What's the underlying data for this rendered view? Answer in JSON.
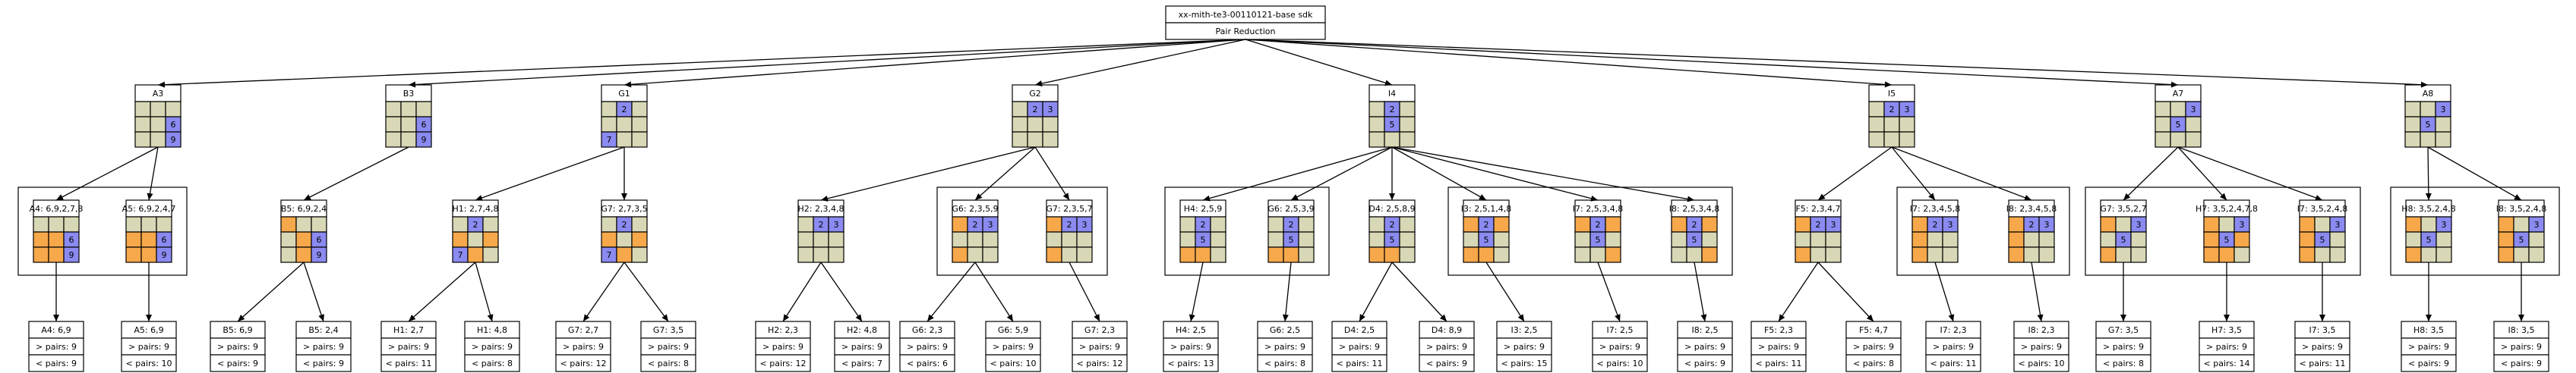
{
  "root": {
    "title": "xx-mith-te3-00110121-base sdk",
    "subtitle": "Pair Reduction"
  },
  "colors": {
    "empty": "#d8d8b6",
    "blue": "#8a8af0",
    "orange": "#f7a84a",
    "line": "#000000",
    "bg": "#ffffff"
  },
  "level1": [
    {
      "label": "A3",
      "cells": "EEEEEBEEB",
      "nums": [
        "",
        "",
        "",
        "",
        "",
        "6",
        "",
        "",
        "9"
      ]
    },
    {
      "label": "B3",
      "cells": "EEEEEBEEB",
      "nums": [
        "",
        "",
        "",
        "",
        "",
        "6",
        "",
        "",
        "9"
      ]
    },
    {
      "label": "G1",
      "cells": "EBEEEEBEE",
      "nums": [
        "",
        "2",
        "",
        "",
        "",
        "",
        "7",
        "",
        ""
      ]
    },
    {
      "label": "G2",
      "cells": "EBBEEEEEE",
      "nums": [
        "",
        "2",
        "3",
        "",
        "",
        "",
        "",
        "",
        ""
      ]
    },
    {
      "label": "I4",
      "cells": "EBEEBEEEE",
      "nums": [
        "",
        "2",
        "",
        "",
        "5",
        "",
        "",
        "",
        ""
      ]
    },
    {
      "label": "I5",
      "cells": "EBBEEEEEE",
      "nums": [
        "",
        "2",
        "3",
        "",
        "",
        "",
        "",
        "",
        ""
      ]
    },
    {
      "label": "A7",
      "cells": "EEBEBEEEE",
      "nums": [
        "",
        "",
        "3",
        "",
        "5",
        "",
        "",
        "",
        ""
      ]
    },
    {
      "label": "A8",
      "cells": "EEBEBEEEE",
      "nums": [
        "",
        "",
        "3",
        "",
        "5",
        "",
        "",
        "",
        ""
      ]
    }
  ],
  "level2": [
    {
      "label": "A4: 6,9,2,7,8",
      "cells": "EEEOOBOOB",
      "nums": [
        "",
        "",
        "",
        "",
        "",
        "6",
        "",
        "",
        "9"
      ]
    },
    {
      "label": "A5: 6,9,2,4,7",
      "cells": "EEEOOBOOB",
      "nums": [
        "",
        "",
        "",
        "",
        "",
        "6",
        "",
        "",
        "9"
      ]
    },
    {
      "label": "B5: 6,9,2,4",
      "cells": "OEEEOBEOB",
      "nums": [
        "",
        "",
        "",
        "",
        "",
        "6",
        "",
        "",
        "9"
      ]
    },
    {
      "label": "H1: 2,7,4,8",
      "cells": "EBEOEOBOE",
      "nums": [
        "",
        "2",
        "",
        "",
        "",
        "",
        "7",
        "",
        ""
      ]
    },
    {
      "label": "G7: 2,7,3,5",
      "cells": "EBEOEOBOE",
      "nums": [
        "",
        "2",
        "",
        "",
        "",
        "",
        "7",
        "",
        ""
      ]
    },
    {
      "label": "H2: 2,3,4,8",
      "cells": "EBBEEEEEE",
      "nums": [
        "",
        "2",
        "3",
        "",
        "",
        "",
        "",
        "",
        ""
      ]
    },
    {
      "label": "G6: 2,3,5,9",
      "cells": "OBBEEEOEE",
      "nums": [
        "",
        "2",
        "3",
        "",
        "",
        "",
        "",
        "",
        ""
      ]
    },
    {
      "label": "G7: 2,3,5,7",
      "cells": "OBBEEEOEE",
      "nums": [
        "",
        "2",
        "3",
        "",
        "",
        "",
        "",
        "",
        ""
      ]
    },
    {
      "label": "H4: 2,5,9",
      "cells": "EBEEBEOOE",
      "nums": [
        "",
        "2",
        "",
        "",
        "5",
        "",
        "",
        "",
        ""
      ]
    },
    {
      "label": "G6: 2,5,3,9",
      "cells": "EBEEBEOOE",
      "nums": [
        "",
        "2",
        "",
        "",
        "5",
        "",
        "",
        "",
        ""
      ]
    },
    {
      "label": "D4: 2,5,8,9",
      "cells": "EBEEBEOOE",
      "nums": [
        "",
        "2",
        "",
        "",
        "5",
        "",
        "",
        "",
        ""
      ]
    },
    {
      "label": "I3: 2,5,1,4,8",
      "cells": "OBOEBEOOE",
      "nums": [
        "",
        "2",
        "",
        "",
        "5",
        "",
        "",
        "",
        ""
      ]
    },
    {
      "label": "I7: 2,5,3,4,8",
      "cells": "OBOEBEEEO",
      "nums": [
        "",
        "2",
        "",
        "",
        "5",
        "",
        "",
        "",
        ""
      ]
    },
    {
      "label": "I8: 2,5,3,4,8",
      "cells": "OBOEBEEEO",
      "nums": [
        "",
        "2",
        "",
        "",
        "5",
        "",
        "",
        "",
        ""
      ]
    },
    {
      "label": "F5: 2,3,4,7",
      "cells": "OBBEEEOEE",
      "nums": [
        "",
        "2",
        "3",
        "",
        "",
        "",
        "",
        "",
        ""
      ]
    },
    {
      "label": "I7: 2,3,4,5,8",
      "cells": "OBBOEEOEE",
      "nums": [
        "",
        "2",
        "3",
        "",
        "",
        "",
        "",
        "",
        ""
      ]
    },
    {
      "label": "I8: 2,3,4,5,8",
      "cells": "OBBOEEOEE",
      "nums": [
        "",
        "2",
        "3",
        "",
        "",
        "",
        "",
        "",
        ""
      ]
    },
    {
      "label": "G7: 3,5,2,7",
      "cells": "OEBEBEOEE",
      "nums": [
        "",
        "",
        "3",
        "",
        "5",
        "",
        "",
        "",
        ""
      ]
    },
    {
      "label": "H7: 3,5,2,4,7,8",
      "cells": "OEBOBOOOE",
      "nums": [
        "",
        "",
        "3",
        "",
        "5",
        "",
        "",
        "",
        ""
      ]
    },
    {
      "label": "I7: 3,5,2,4,8",
      "cells": "OEBOBEOEE",
      "nums": [
        "",
        "",
        "3",
        "",
        "5",
        "",
        "",
        "",
        ""
      ]
    },
    {
      "label": "H8: 3,5,2,4,8",
      "cells": "OEBEBEOEE",
      "nums": [
        "",
        "",
        "3",
        "",
        "5",
        "",
        "",
        "",
        ""
      ]
    },
    {
      "label": "I8: 3,5,2,4,8",
      "cells": "OEBOBEOEE",
      "nums": [
        "",
        "",
        "3",
        "",
        "5",
        "",
        "",
        "",
        ""
      ]
    }
  ],
  "level3": [
    {
      "label": "A4: 6,9",
      "gt": "> pairs: 9",
      "lt": "< pairs: 9"
    },
    {
      "label": "A5: 6,9",
      "gt": "> pairs: 9",
      "lt": "< pairs: 10"
    },
    {
      "label": "B5: 6,9",
      "gt": "> pairs: 9",
      "lt": "< pairs: 9"
    },
    {
      "label": "B5: 2,4",
      "gt": "> pairs: 9",
      "lt": "< pairs: 9"
    },
    {
      "label": "H1: 2,7",
      "gt": "> pairs: 9",
      "lt": "< pairs: 11"
    },
    {
      "label": "H1: 4,8",
      "gt": "> pairs: 9",
      "lt": "< pairs: 8"
    },
    {
      "label": "G7: 2,7",
      "gt": "> pairs: 9",
      "lt": "< pairs: 12"
    },
    {
      "label": "G7: 3,5",
      "gt": "> pairs: 9",
      "lt": "< pairs: 8"
    },
    {
      "label": "H2: 2,3",
      "gt": "> pairs: 9",
      "lt": "< pairs: 12"
    },
    {
      "label": "H2: 4,8",
      "gt": "> pairs: 9",
      "lt": "< pairs: 7"
    },
    {
      "label": "G6: 2,3",
      "gt": "> pairs: 9",
      "lt": "< pairs: 6"
    },
    {
      "label": "G6: 5,9",
      "gt": "> pairs: 9",
      "lt": "< pairs: 10"
    },
    {
      "label": "G7: 2,3",
      "gt": "> pairs: 9",
      "lt": "< pairs: 12"
    },
    {
      "label": "H4: 2,5",
      "gt": "> pairs: 9",
      "lt": "< pairs: 13"
    },
    {
      "label": "G6: 2,5",
      "gt": "> pairs: 9",
      "lt": "< pairs: 8"
    },
    {
      "label": "D4: 2,5",
      "gt": "> pairs: 9",
      "lt": "< pairs: 11"
    },
    {
      "label": "D4: 8,9",
      "gt": "> pairs: 9",
      "lt": "< pairs: 9"
    },
    {
      "label": "I3: 2,5",
      "gt": "> pairs: 9",
      "lt": "< pairs: 15"
    },
    {
      "label": "I7: 2,5",
      "gt": "> pairs: 9",
      "lt": "< pairs: 10"
    },
    {
      "label": "I8: 2,5",
      "gt": "> pairs: 9",
      "lt": "< pairs: 9"
    },
    {
      "label": "F5: 2,3",
      "gt": "> pairs: 9",
      "lt": "< pairs: 11"
    },
    {
      "label": "F5: 4,7",
      "gt": "> pairs: 9",
      "lt": "< pairs: 8"
    },
    {
      "label": "I7: 2,3",
      "gt": "> pairs: 9",
      "lt": "< pairs: 11"
    },
    {
      "label": "I8: 2,3",
      "gt": "> pairs: 9",
      "lt": "< pairs: 10"
    },
    {
      "label": "G7: 3,5",
      "gt": "> pairs: 9",
      "lt": "< pairs: 8"
    },
    {
      "label": "H7: 3,5",
      "gt": "> pairs: 9",
      "lt": "< pairs: 14"
    },
    {
      "label": "I7: 3,5",
      "gt": "> pairs: 9",
      "lt": "< pairs: 11"
    },
    {
      "label": "H8: 3,5",
      "gt": "> pairs: 9",
      "lt": "< pairs: 9"
    },
    {
      "label": "I8: 3,5",
      "gt": "> pairs: 9",
      "lt": "< pairs: 9"
    }
  ]
}
